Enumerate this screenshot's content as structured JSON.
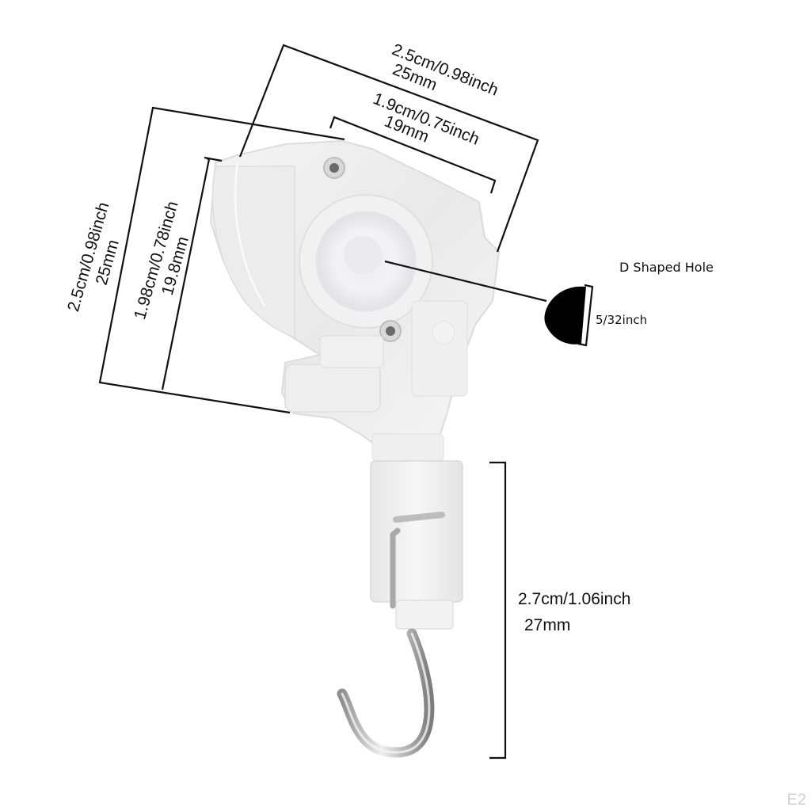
{
  "product": {
    "name": "clear roller blind control unit with stainless hook",
    "body_color": "#eeeeee",
    "hook_color": "#b9b9b9"
  },
  "dimensions": {
    "top_outer": {
      "line1": "2.5cm/0.98inch",
      "line2": "25mm"
    },
    "top_inner": {
      "line1": "1.9cm/0.75inch",
      "line2": "19mm"
    },
    "left_outer": {
      "line1": "2.5cm/0.98inch",
      "line2": "25mm"
    },
    "left_inner": {
      "line1": "1.98cm/0.78inch",
      "line2": "19.8mm"
    },
    "hook_length": {
      "line1": "2.7cm/1.06inch",
      "line2": "27mm"
    }
  },
  "callout": {
    "title": "D Shaped Hole",
    "size": "5/32inch",
    "shape_color": "#000000"
  },
  "watermark": "E2"
}
